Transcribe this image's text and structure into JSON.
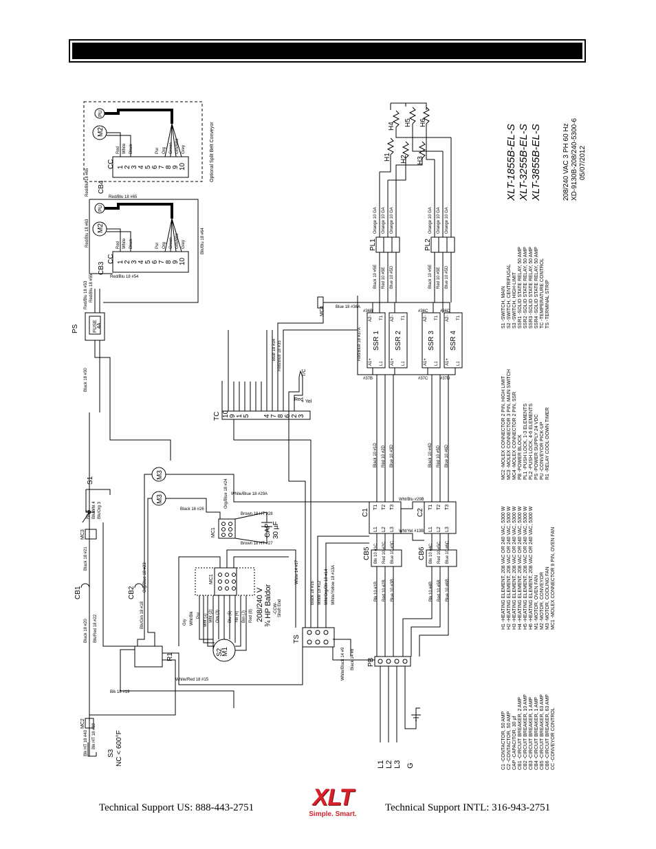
{
  "page": {
    "footer_left": "Technical Support  US:  888-443-2751",
    "footer_right": "Technical Support  INTL:  316-943-2751",
    "logo_text": "XLT",
    "logo_tagline": "Simple. Smart."
  },
  "models": {
    "line1": "XLT-1855B-EL-S",
    "line2": "XLT-3255B-EL-S",
    "line3": "XLT-3855B-EL-S"
  },
  "spec": {
    "power": "208/240 VAC 3 PH 60 Hz",
    "drawing": "XD-9130B-208/240-5300-6",
    "date": "05/07/2012"
  },
  "legend_left": [
    "C1   -CONTACTOR, 50 AMP",
    "C2   -CONTACTOR, 50 AMP",
    "CAP  -CAPACITOR, 30 µf",
    "CB1 -CIRCUIT BREAKER, 2 AMP",
    "CB2 -CIRCUIT BREAKER, 10 AMP",
    "CB3 -CIRCUIT BREAKER, 1 AMP",
    "CB4 -CIRCUIT BREAKER, 1 AMP",
    "CB5 -CIRCUIT BREAKER, 63 AMP",
    "CB6 -CIRCUIT BREAKER, 63 AMP",
    "CC   -CONVEYOR CONTROL"
  ],
  "legend_h": [
    "H1   -HEATING ELEMENT, 208 VAC OR 240 VAC, 5300 W",
    "H2   -HEATING ELEMENT, 208 VAC OR 240 VAC, 5300 W",
    "H3   -HEATING ELEMENT, 208 VAC OR 240 VAC, 5300 W",
    "H4   -HEATING ELEMENT, 208 VAC OR 240 VAC, 5300 W",
    "H5   -HEATING ELEMENT, 208 VAC OR 240 VAC, 5300 W",
    "H6   -HEATING ELEMENT, 208 VAC OR 240 VAC, 5300 W",
    "M1   -MOTOR, OVEN FAN",
    "M2   -MOTOR, CONVEYOR",
    "M3   -MOTOR, COOLING FAN",
    "MC1 -MOLEX CONNECTOR 9 PIN, OVEN FAN"
  ],
  "legend_mc": [
    "MC2 -MOLEX CONNECTOR 2 PIN, HIGH LIMIT",
    "MC3 -MOLEX CONNECTOR 3 PIN, MAIN SWITCH",
    "MC4 -MOLEX CONNECTOR 2 PIN, SSR",
    "PB   -POWER BLOCK",
    "PL1 -PUSH LOCK, 1-3 ELEMENTS",
    "PL2 -PUSH LOCK, 4-6 ELEMENTS",
    "PS   -POWER SUPPLY 24 VDC",
    "PU  -CONVEYOR PICK-UP",
    "R1   -RELAY COOL-DOWN TIMER"
  ],
  "legend_s": [
    "S1   -SWITCH, MAIN",
    "S2   -SWITCH, CENTRIFUGAL",
    "S3   -SWITCH, HIGH-LIMIT",
    "SSR1 -SOLID STATE RELAY, 50 AMP",
    "SSR2 -SOLID STATE RELAY, 50 AMP",
    "SSR3 -SOLID STATE RELAY, 50 AMP",
    "SSR4 -SOLID STATE RELAY, 50 AMP",
    "TC   -TEMPERATURE CONTROL",
    "TS   -TERMINAL STRIP"
  ],
  "components": {
    "ssr": [
      "SSR 1",
      "SSR 2",
      "SSR 3",
      "SSR 4"
    ],
    "cc_terminals": [
      "1",
      "2",
      "3",
      "4",
      "5",
      "6",
      "7",
      "8",
      "9",
      "10"
    ],
    "cc_wires": [
      "Red",
      "White",
      "Black",
      "",
      "Pur",
      "Org",
      "Green",
      "Grn/Wht",
      "Grey"
    ],
    "motor_note_1": "208/240 V",
    "motor_note_2": "¾ HP Baldor",
    "motor_note_3": "-CCW-",
    "motor_note_4": "Shaft End",
    "cap_value": "30 µF",
    "s3_note": "NC < 600°F",
    "optional_conveyor": "Optional Split Belt Conveyor",
    "tc_terminals": [
      "10",
      "9",
      "1",
      "5",
      "4",
      "7",
      "8",
      "6",
      "2",
      "3"
    ],
    "lines": [
      "L1",
      "L2",
      "L3",
      "G"
    ],
    "labels": {
      "pl1": "PL1",
      "pl2": "PL2",
      "ps": "PS",
      "tc": "TC",
      "c1": "C1",
      "c2": "C2",
      "cb1": "CB1",
      "cb2": "CB2",
      "cb3": "CB3",
      "cb4": "CB4",
      "cb5": "CB5",
      "cb6": "CB6",
      "s1": "S1",
      "s2": "S2",
      "s3": "S3",
      "r1": "R1",
      "ts": "TS",
      "pb": "PB",
      "cap": "CAP",
      "mc1": "MC1",
      "mc2": "MC2",
      "mc3": "MC3",
      "mc4": "MC4",
      "m1": "M1",
      "m2": "M2",
      "m3": "M3",
      "cc": "CC",
      "pu": "PU",
      "fuse": "FUSE",
      "fuse_amp": "4A",
      "h1": "H1",
      "h2": "H2",
      "h3": "H3",
      "h4": "H4",
      "h5": "H5",
      "h6": "H6",
      "tcprobe": "T/C"
    },
    "wires": {
      "orange": "Orange 10 GA",
      "black_e": "Black 10 #5E",
      "red_e": "Red 10 #5E",
      "blue_e": "Blue 10 #5D",
      "black_1d": "Black 10 #1D",
      "red_2d": "Red 10 #2D",
      "blue_3d": "Blue 10 #3D",
      "black_4d": "Black 10 #4D",
      "red_5d": "Red 10 #5D",
      "blue_6d": "Blue 10 #6D",
      "blue36a": "Blue 18 #36A",
      "redblue37a": "Red/Blue 18 #37A",
      "blue34": "Blue 18 #34",
      "redblue35": "Red/Blue 18 #35",
      "black30": "Black 18 #30",
      "redblu53": "Red/Blu 18 #53",
      "redblu55": "Red/Blu 18 #55",
      "redblu63": "Red/Blu 18 #63",
      "redblu65": "Red/Blu 18 #65",
      "redblu54": "Red/Blu 18 #54",
      "blkblu64": "Blk/Blu 18 #64",
      "whiteblue29a": "White/Blue 18 #29A",
      "black26": "Black 16 #26",
      "orgblue24": "Org/Blue 18 #24",
      "brown28": "Brown 18 HT #28",
      "brown27": "Brown 18 HT #27",
      "whiteblack13": "White 14 #17",
      "black16": "Black 18 #16",
      "white12": "White 18 #12",
      "wht14": "Wht/Org/Blk 18 #14",
      "whiteyel13a": "White/Yellow 18 #13A",
      "black21": "Black 18 #21",
      "black20": "Black 18 #20",
      "blkred22": "Blk/Red 18 #22",
      "orgblue23": "Org/Blue 18 #23",
      "blkgrn18": "Blk/Grn 18 #18",
      "blk19": "Blk 18 #19",
      "whitered15": "White/Red 18 #15",
      "blkht40": "Blk HT 18 #40",
      "blkht39": "Blk HT 18 #39",
      "whiteblack11": "White/Black 14 #9",
      "black14": "Black 14 #8",
      "whtblu29b": "Wht/Blu #29B",
      "whtyel13b": "Wht/Yel #13B",
      "blk5": "Blk 5",
      "blkwht4": "Blk/Wht 4",
      "blkorg3": "Blk/Org 3",
      "red": "Red",
      "yel": "+ Yel",
      "motor_wires": [
        "Gry",
        "Wht/Blk",
        "Pur",
        "Wht (1)",
        "Wht (2)",
        "Orn (3)",
        "Blu (5)",
        "Yel (4)",
        "Brn (J)",
        "Red (8)"
      ],
      "cb5_in": [
        "Blk 10 #1B",
        "Red 10 #2B",
        "Blue 10 #3B"
      ],
      "cb5_out": [
        "Blk 10 #1C",
        "Red 10 #2C",
        "Blue 10 #3C"
      ],
      "cb6_in": [
        "Blk 10 #4B",
        "Red 10 #5B",
        "Blue 10 #6B"
      ],
      "cb6_out": [
        "Blk 10 #4C",
        "Red 10 #5C",
        "Blue 10 #6C"
      ]
    },
    "ssr_terms": {
      "a1": "A1+",
      "a2": "A2-",
      "l1": "L1",
      "t1": "T1",
      "n37b": "#37B",
      "n36b": "#36B",
      "n37c": "#37C",
      "n36c": "#36C",
      "n37d": "#37D",
      "n36d": "#36D"
    },
    "contactor_terms": [
      "T1",
      "T2",
      "T3",
      "L1",
      "L2",
      "L3"
    ]
  }
}
